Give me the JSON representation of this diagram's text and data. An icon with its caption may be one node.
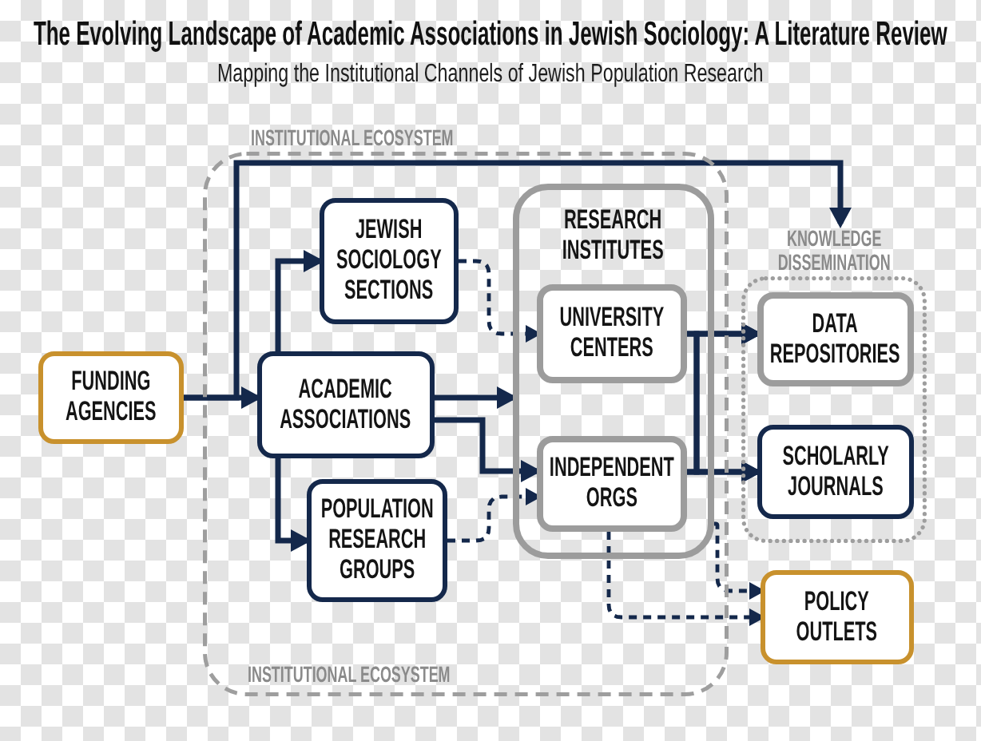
{
  "diagram": {
    "title": "The Evolving Landscape of Academic Associations in Jewish Sociology: A Literature Review",
    "nodes": [
      {
        "text": [
          "INSTITUTIONAL ECOSYSTEM",
          "INSTITUTIONAL ECOSYSTEM"
        ]
      },
      {
        "text": [
          "FUNDING AGENCIES"
        ]
      },
      {
        "text": [
          "JEWISH SOCIOLOGY SECTIONS"
        ],
        "in": 0
      },
      {
        "text": [
          "ACADEMIC ASSOCIATIONS"
        ],
        "in": 0
      },
      {
        "text": [
          "POPULATION RESEARCH GROUPS"
        ],
        "in": 0
      },
      {
        "text": [
          "RESEARCH INSTITUTES"
        ],
        "in": 0
      },
      {
        "text": [
          "UNIVERSITY CENTERS"
        ],
        "in": 5
      },
      {
        "text": [
          "INDEPENDENT ORGS"
        ],
        "in": 5
      },
      {
        "text": [
          "KNOWLEDGE DISSEMINATION"
        ]
      },
      {
        "text": [
          "DATA REPOSITORIES"
        ],
        "in": 8
      },
      {
        "text": [
          "SCHOLARLY JOURNALS"
        ],
        "in": 8
      },
      {
        "text": [
          "POLICY OUTLETS"
        ]
      }
    ],
    "edges": [
      {
        "from": 1,
        "to": 3,
        "arrow": "to"
      },
      {
        "from": 1,
        "to": 8,
        "arrow": "to"
      },
      {
        "from": 3,
        "to": 2,
        "arrow": "to"
      },
      {
        "from": 3,
        "to": 4,
        "arrow": "to"
      },
      {
        "from": 3,
        "to": 5,
        "arrow": "to"
      },
      {
        "from": 3,
        "to": 7,
        "arrow": "to"
      },
      {
        "from": 2,
        "to": 6,
        "arrow": "to",
        "style": "dashed"
      },
      {
        "from": 4,
        "to": 7,
        "arrow": "to",
        "style": "dashed"
      },
      {
        "from": 6,
        "to": 9,
        "arrow": "to"
      },
      {
        "from": 6,
        "to": 10,
        "arrow": "to"
      },
      {
        "from": 7,
        "to": 9,
        "arrow": "to"
      },
      {
        "from": 7,
        "to": 10,
        "arrow": "to"
      },
      {
        "from": 7,
        "to": 11,
        "arrow": "to",
        "style": "dashed"
      },
      {
        "from": 5,
        "to": 11,
        "arrow": "to",
        "style": "dashed"
      }
    ],
    "labels": [
      "Mapping the Institutional Channels of Jewish Population Research"
    ]
  }
}
